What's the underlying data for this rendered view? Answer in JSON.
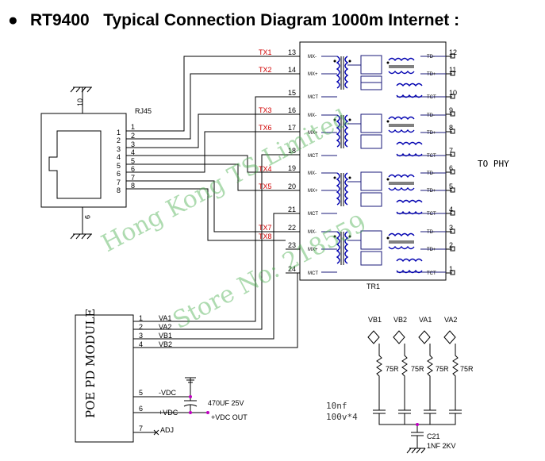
{
  "title": "RT9400   Typical Connection Diagram 1000m Internet :",
  "bullet": "●",
  "rj45": {
    "label": "RJ45",
    "pins": [
      "1",
      "2",
      "3",
      "4",
      "5",
      "6",
      "7",
      "8"
    ],
    "shield_top": "10",
    "shield_bottom": "9"
  },
  "transformer": {
    "label": "TR1",
    "left_pins": [
      "13",
      "14",
      "15",
      "16",
      "17",
      "18",
      "19",
      "20",
      "21",
      "22",
      "23",
      "24"
    ],
    "right_pins": [
      "12",
      "11",
      "10",
      "9",
      "8",
      "7",
      "6",
      "5",
      "4",
      "3",
      "2",
      "1"
    ],
    "inner_left": [
      "MX-",
      "MX+",
      "MCT"
    ],
    "inner_right": [
      "TD-",
      "TD+",
      "TCT"
    ]
  },
  "signals": [
    "TX1",
    "TX2",
    "TX3",
    "TX6",
    "TX4",
    "TX5",
    "TX7",
    "TX8"
  ],
  "to_phy": "TO PHY",
  "poe": {
    "module_label": "POE PD MODULE",
    "pins": [
      "1",
      "2",
      "3",
      "4",
      "5",
      "6",
      "7"
    ],
    "nets": [
      "VA1",
      "VA2",
      "VB1",
      "VB2",
      "-VDC",
      "+VDC",
      "ADJ"
    ],
    "cap": "470UF 25V",
    "out": "+VDC OUT"
  },
  "termination": {
    "nets": [
      "VB1",
      "VB2",
      "VA1",
      "VA2"
    ],
    "resistor": "75R",
    "caps": "10nf",
    "caps_rating": "100v*4",
    "c21_name": "C21",
    "c21_value": "1NF 2KV"
  },
  "watermark": {
    "line1": "Hong Kong TS Limited",
    "line2": "Store No: 218559"
  }
}
